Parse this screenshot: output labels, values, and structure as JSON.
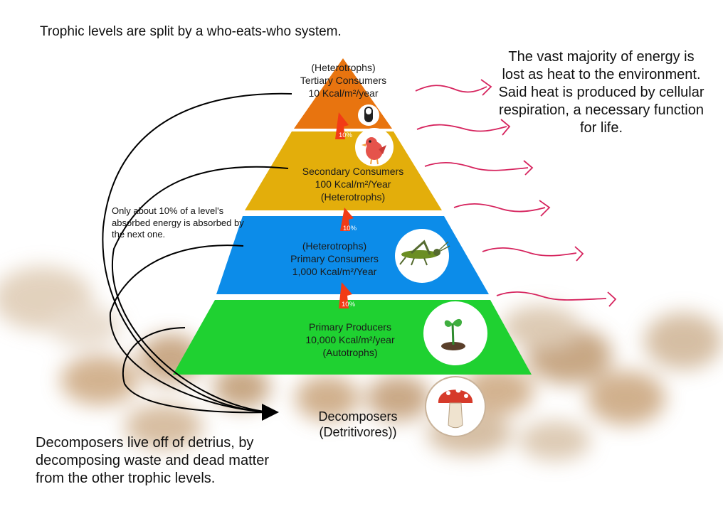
{
  "title": "Trophic levels are split by a who-eats-who system.",
  "heat_note": "The vast majority of energy is lost as heat to the environment. Said heat is produced by cellular respiration, a necessary function for life.",
  "ten_percent_note": "Only about 10% of a level's absorbed energy is absorbed by the next one.",
  "decomposer_note": "Decomposers live off of detrius, by decomposing waste and dead matter from the other trophic levels.",
  "decomposers": {
    "label_line1": "Decomposers",
    "label_line2": "(Detritivores))",
    "icon": "mushroom-icon"
  },
  "levels": {
    "tertiary": {
      "line1": "(Heterotrophs)",
      "line2": "Tertiary Consumers",
      "line3": "10 Kcal/m²/year",
      "color": "#E8740F",
      "icon": "capsule-icon"
    },
    "secondary": {
      "line1": "Secondary Consumers",
      "line2": "100 Kcal/m²/Year",
      "line3": "(Heterotrophs)",
      "color": "#E3AE0B",
      "icon": "bird-icon"
    },
    "primary_consumers": {
      "line1": "(Heterotrophs)",
      "line2": "Primary Consumers",
      "line3": "1,000 Kcal/m²/Year",
      "color": "#0C8CE9",
      "icon": "grasshopper-icon"
    },
    "producers": {
      "line1": "Primary Producers",
      "line2": "10,000 Kcal/m²/year",
      "line3": "(Autotrophs)",
      "color": "#1FD131",
      "icon": "seedling-icon"
    }
  },
  "transfer_labels": [
    "10%",
    "10%",
    "10%"
  ],
  "colors": {
    "heat_arrow": "#D6245E",
    "transfer_arrow": "#F23B16",
    "ground": "#C8A985"
  }
}
